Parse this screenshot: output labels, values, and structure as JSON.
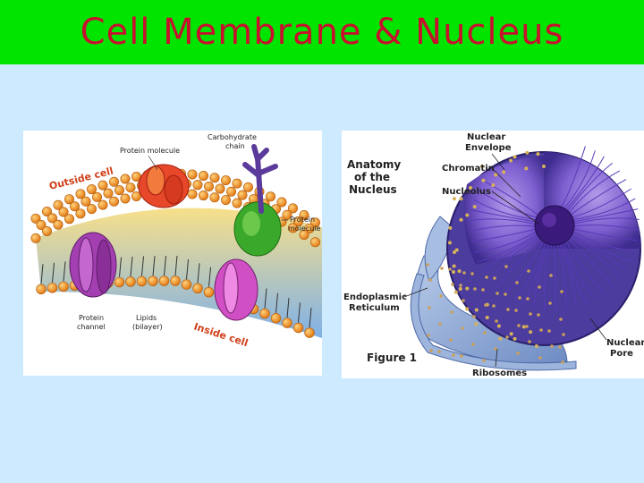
{
  "title": "Cell Membrane & Nucleus",
  "membrane": {
    "labels": {
      "protein_molecule": "Protein molecule",
      "carbohydrate_chain": [
        "Carbohydrate",
        "chain"
      ],
      "outside_cell": "Outside cell",
      "protein_molecule_right": [
        "Protein",
        "molecule"
      ],
      "protein_channel": [
        "Protein",
        "channel"
      ],
      "lipids": [
        "Lipids",
        "(bilayer)"
      ],
      "inside_cell": "Inside cell"
    }
  },
  "nucleus": {
    "heading": [
      "Anatomy",
      "of the",
      "Nucleus"
    ],
    "labels": {
      "nuclear_envelope": [
        "Nuclear",
        "Envelope"
      ],
      "chromatin": "Chromatin",
      "nucleolus": "Nucleolus",
      "endoplasmic_reticulum": [
        "Endoplasmic",
        "Reticulum"
      ],
      "figure": "Figure 1",
      "ribosomes": "Ribosomes",
      "nuclear_pore": [
        "Nuclear",
        "Pore"
      ]
    }
  },
  "colors": {
    "title_bar": "#00e400",
    "title_text": "#c8102e",
    "background": "#cdeafe",
    "lipid_head": "#f28c1c",
    "nucleus_purple": "#4b3c9e"
  }
}
